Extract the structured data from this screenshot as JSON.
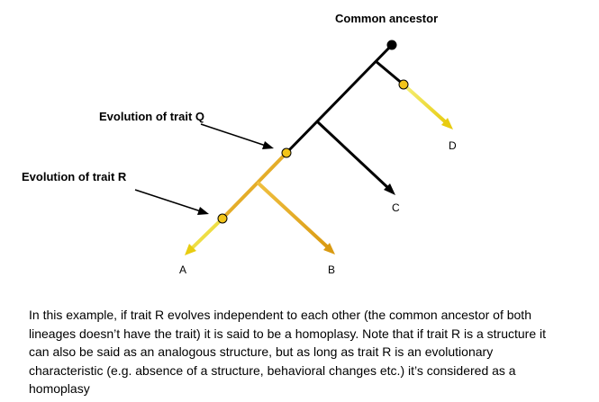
{
  "labels": {
    "common_ancestor": "Common ancestor",
    "trait_q": "Evolution of trait Q",
    "trait_r": "Evolution of trait R"
  },
  "tips": {
    "a": "A",
    "b": "B",
    "c": "C",
    "d": "D"
  },
  "caption": "In this example, if trait R evolves independent to each other (the common ancestor of both lineages doesn’t have the trait) it is said to be a homoplasy. Note that if trait R is a structure it can also be said as an analogous structure, but as long as trait R is an evolutionary characteristic (e.g. absence of a structure, behavioral changes etc.) it’s considered as a homoplasy",
  "colors": {
    "ancestral_lineage": "#000000",
    "trait_q_lineage": "#E8A41C",
    "trait_r_lineage": "#F2E51C",
    "trait_node_fill": "#F2C419"
  }
}
